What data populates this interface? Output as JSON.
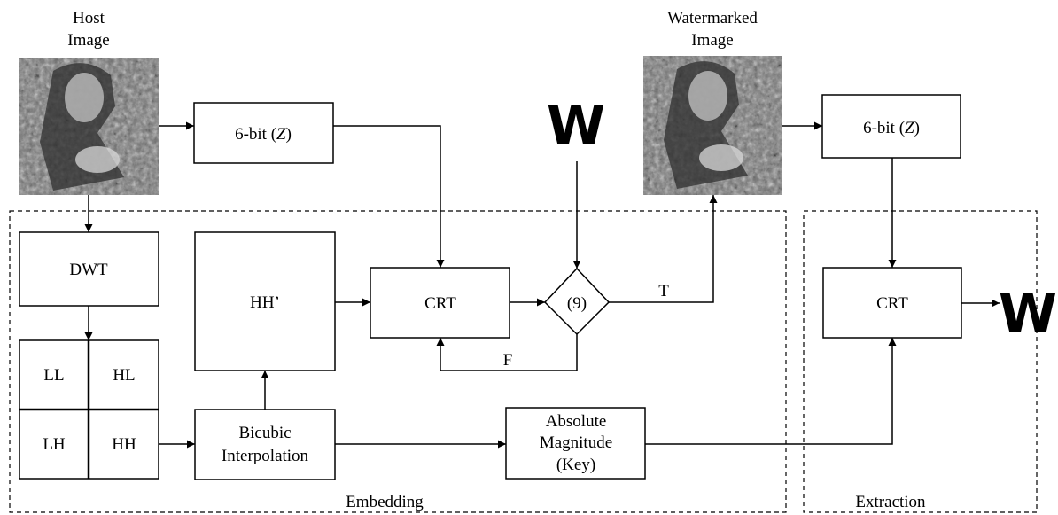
{
  "host_image": {
    "label_line1": "Host",
    "label_line2": "Image"
  },
  "watermarked_image": {
    "label_line1": "Watermarked",
    "label_line2": "Image"
  },
  "embedding": {
    "region_label": "Embedding",
    "six_bit_prefix": "6-bit (",
    "six_bit_var": "Z",
    "six_bit_suffix": ")",
    "dwt": "DWT",
    "subbands": {
      "ll": "LL",
      "hl": "HL",
      "lh": "LH",
      "hh": "HH"
    },
    "hh_prime": "HH’",
    "crt": "CRT",
    "condition": "(9)",
    "true_label": "T",
    "false_label": "F",
    "bicubic_line1": "Bicubic",
    "bicubic_line2": "Interpolation",
    "absolute_line1": "Absolute",
    "absolute_line2": "Magnitude",
    "absolute_line3": "(Key)",
    "watermark_symbol": "W"
  },
  "extraction": {
    "region_label": "Extraction",
    "six_bit_prefix": "6-bit (",
    "six_bit_var": "Z",
    "six_bit_suffix": ")",
    "crt": "CRT",
    "watermark_symbol": "W"
  },
  "colors": {
    "line": "#000000",
    "background": "#ffffff",
    "image_gray": "#7a7a7a"
  }
}
